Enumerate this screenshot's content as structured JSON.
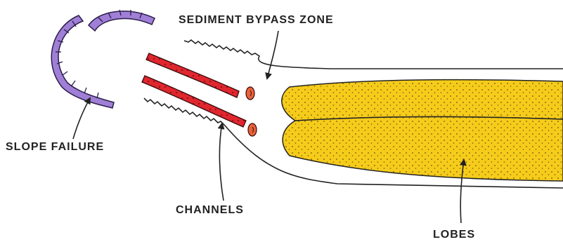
{
  "labels": {
    "sediment_bypass_zone": "SEDIMENT BYPASS ZONE",
    "slope_failure": "SLOPE FAILURE",
    "channels": "CHANNELS",
    "lobes": "LOBES"
  },
  "colors": {
    "slope_failure": "#a07fd6",
    "channels": "#e0262e",
    "channel_plugs": "#e8623a",
    "lobes": "#f6cc1b",
    "outline": "#222222",
    "background": "#ffffff"
  }
}
